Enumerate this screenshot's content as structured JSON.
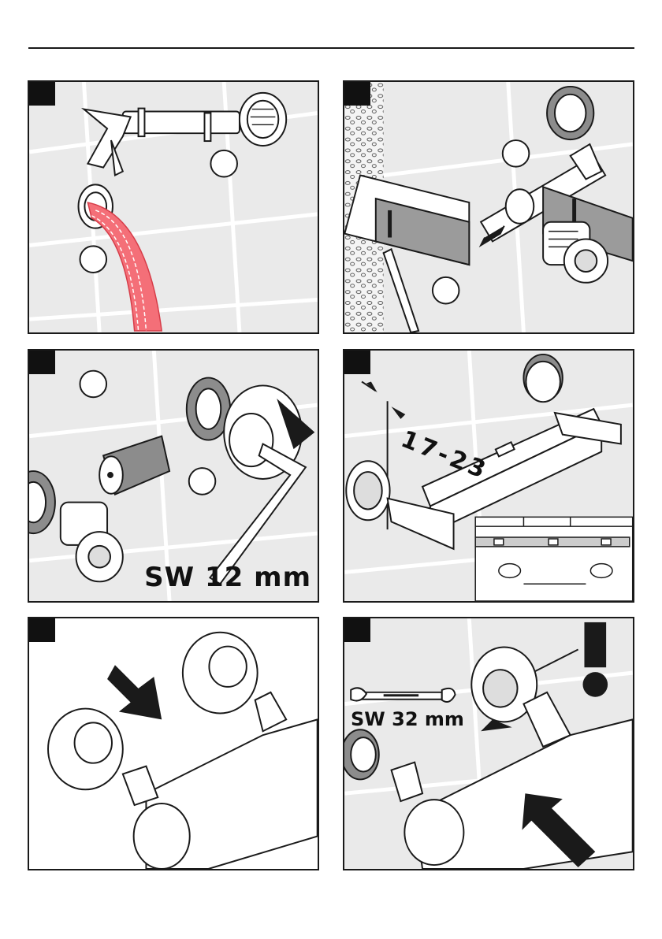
{
  "panels": [
    {
      "id": "step-1",
      "title": ""
    },
    {
      "id": "step-2",
      "title": ""
    },
    {
      "id": "step-3",
      "wrench_size_label": "SW 12 mm"
    },
    {
      "id": "step-4",
      "distance_label": "17-23"
    },
    {
      "id": "step-5",
      "title": ""
    },
    {
      "id": "step-6",
      "wrench_size_label": "SW 32 mm"
    }
  ],
  "colors": {
    "line": "#1a1a1a",
    "wall": "#eaeaea",
    "tape": "#f46f78",
    "grey": "#8c8c8c"
  },
  "icons": [
    "caulking-gun-icon",
    "seal-tape-icon",
    "pencil-icon",
    "hacksaw-icon",
    "hex-key-icon",
    "spirit-level-icon",
    "open-end-wrench-icon",
    "push-arrow-icon",
    "warning-exclamation-icon"
  ]
}
